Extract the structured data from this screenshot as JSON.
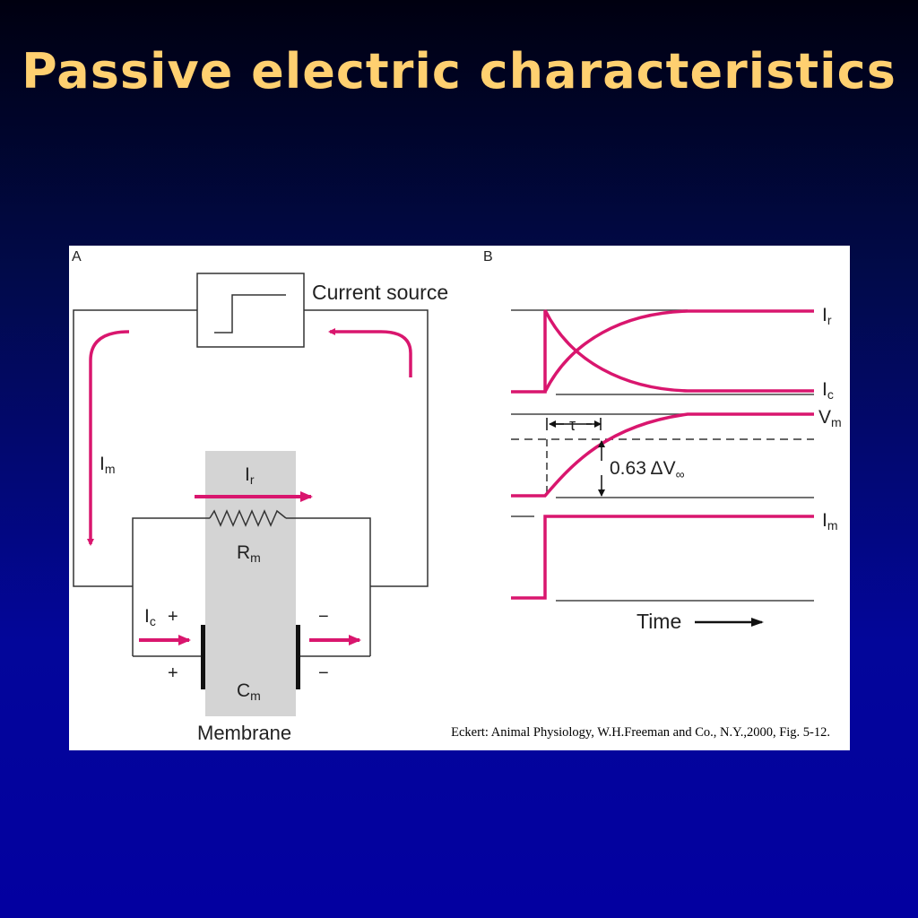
{
  "slide": {
    "title": "Passive electric characteristics"
  },
  "panel_a": {
    "label": "A",
    "current_source": "Current source",
    "im": {
      "main": "I",
      "sub": "m"
    },
    "ir": {
      "main": "I",
      "sub": "r"
    },
    "rm": {
      "main": "R",
      "sub": "m"
    },
    "ic": {
      "main": "I",
      "sub": "c"
    },
    "cm": {
      "main": "C",
      "sub": "m"
    },
    "plus": "+",
    "minus": "−",
    "membrane": "Membrane"
  },
  "panel_b": {
    "label": "B",
    "ir": {
      "main": "I",
      "sub": "r"
    },
    "ic": {
      "main": "I",
      "sub": "c"
    },
    "vm": {
      "main": "V",
      "sub": "m"
    },
    "im": {
      "main": "I",
      "sub": "m"
    },
    "tau": "τ",
    "delta_label": "0.63 ΔV",
    "delta_sub": "∞",
    "time": "Time"
  },
  "citation": "Eckert: Animal Physiology, W.H.Freeman and Co., N.Y.,2000, Fig. 5-12.",
  "colors": {
    "accent": "#d9166e",
    "title": "#ffd070",
    "shading": "#d4d4d4"
  }
}
